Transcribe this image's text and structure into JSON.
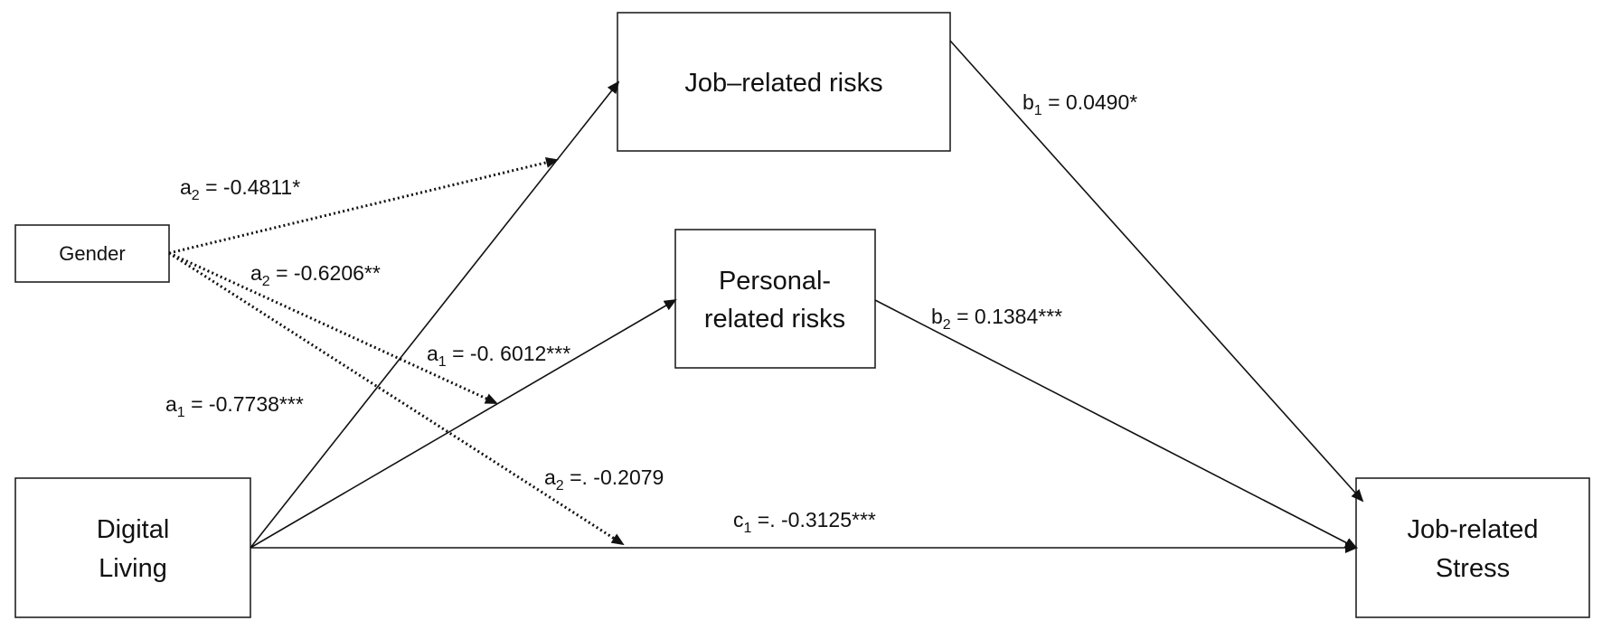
{
  "nodes": {
    "digital_living": [
      "Digital",
      "Living"
    ],
    "gender": "Gender",
    "job_risks": "Job–related risks",
    "personal_risks": [
      "Personal-",
      "related risks"
    ],
    "stress": [
      "Job-related",
      "Stress"
    ]
  },
  "paths": {
    "a1_job": {
      "sym": "a",
      "sub": "1",
      "text": " = -0.7738***"
    },
    "a1_personal": {
      "sym": "a",
      "sub": "1",
      "text": " = -0. 6012***"
    },
    "a2_job": {
      "sym": "a",
      "sub": "2",
      "text": " = -0.4811*"
    },
    "a2_personal": {
      "sym": "a",
      "sub": "2",
      "text": " = -0.6206**"
    },
    "a2_direct": {
      "sym": "a",
      "sub": "2",
      "text": " =. -0.2079"
    },
    "b1": {
      "sym": "b",
      "sub": "1",
      "text": " = 0.0490*"
    },
    "b2": {
      "sym": "b",
      "sub": "2",
      "text": " = 0.1384***"
    },
    "c1": {
      "sym": "c",
      "sub": "1",
      "text": " =. -0.3125***"
    }
  },
  "colors": {
    "line": "#111111",
    "box_border": "#222222",
    "background": "#ffffff"
  }
}
